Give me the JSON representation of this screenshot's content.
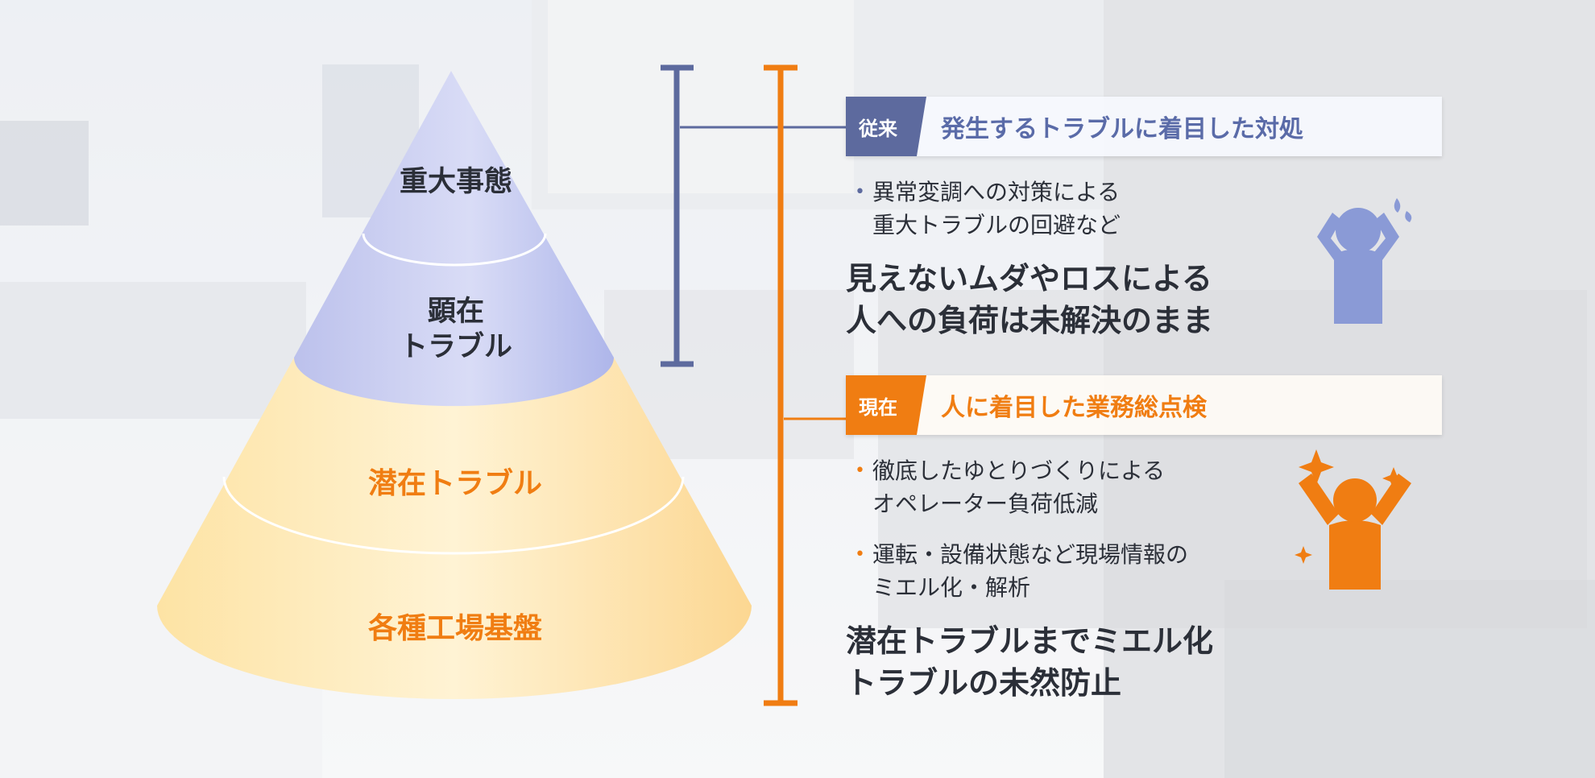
{
  "pyramid": {
    "layers": [
      {
        "label": "重大事態",
        "group": "conventional"
      },
      {
        "label": "顕在\nトラブル",
        "group": "conventional"
      },
      {
        "label": "潜在トラブル",
        "group": "current"
      },
      {
        "label": "各種工場基盤",
        "group": "current"
      }
    ]
  },
  "conventional": {
    "tag": "従来",
    "title": "発生するトラブルに着目した対処",
    "bullets": [
      "異常変調への対策による\n重大トラブルの回避など"
    ],
    "summary": "見えないムダやロスによる\n人への負荷は未解決のまま",
    "icon": "stressed-person-icon"
  },
  "current": {
    "tag": "現在",
    "title": "人に着目した業務総点検",
    "bullets": [
      "徹底したゆとりづくりによる\nオペレーター負荷低減",
      "運転・設備状態など現場情報の\nミエル化・解析"
    ],
    "summary": "潜在トラブルまでミエル化\nトラブルの未然防止",
    "icon": "happy-person-icon"
  },
  "colors": {
    "blue": "#5d6a9e",
    "orange": "#f07d12",
    "cone_blue": "#c9cdf0",
    "cone_yellow": "#fde6ad"
  }
}
